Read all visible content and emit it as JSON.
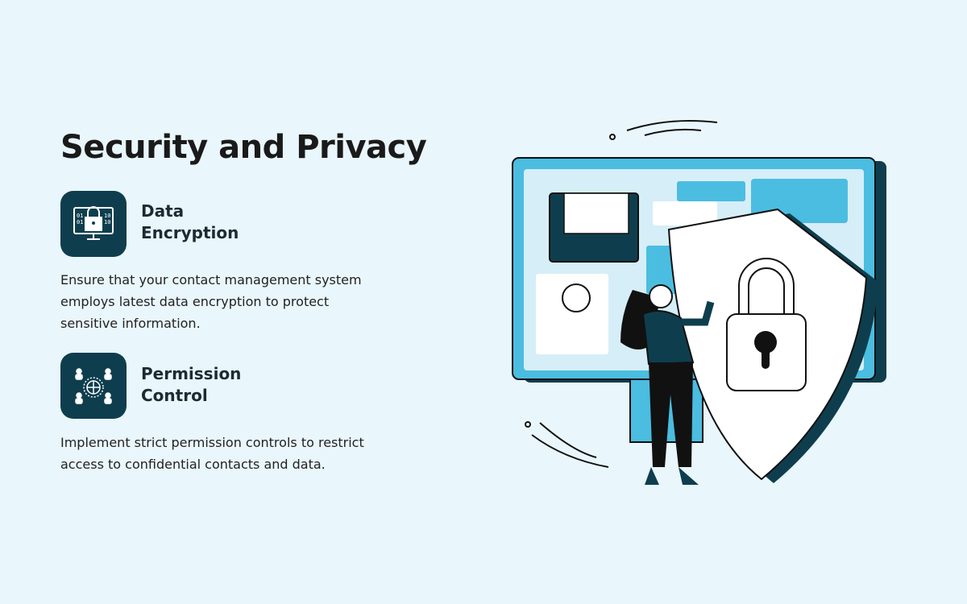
{
  "title": "Security and Privacy",
  "features": [
    {
      "title_line1": "Data",
      "title_line2": "Encryption",
      "icon": "lock-monitor-icon",
      "description": "Ensure that your contact management system employs latest data encryption to protect sensitive information."
    },
    {
      "title_line1": "Permission",
      "title_line2": "Control",
      "icon": "users-network-icon",
      "description": "Implement strict permission controls to restrict access to confidential contacts and data."
    }
  ],
  "colors": {
    "background": "#e9f6fb",
    "icon_bg": "#0e3e4e",
    "accent": "#4bbde0"
  }
}
